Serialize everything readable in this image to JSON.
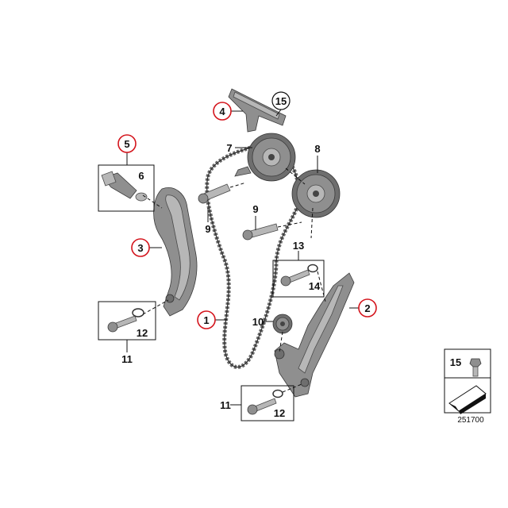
{
  "labels": {
    "p1": "1",
    "p2": "2",
    "p3": "3",
    "p4": "4",
    "p5": "5",
    "p6": "6",
    "p7": "7",
    "p8": "8",
    "p9a": "9",
    "p9b": "9",
    "p10": "10",
    "p11a": "11",
    "p11b": "11",
    "p12a": "12",
    "p12b": "12",
    "p13": "13",
    "p14": "14",
    "p15": "15",
    "p15_legend": "15"
  },
  "reference_number": "251700",
  "colors": {
    "highlight_ring": "#d4141c",
    "part_fill": "#8f8f8f"
  }
}
